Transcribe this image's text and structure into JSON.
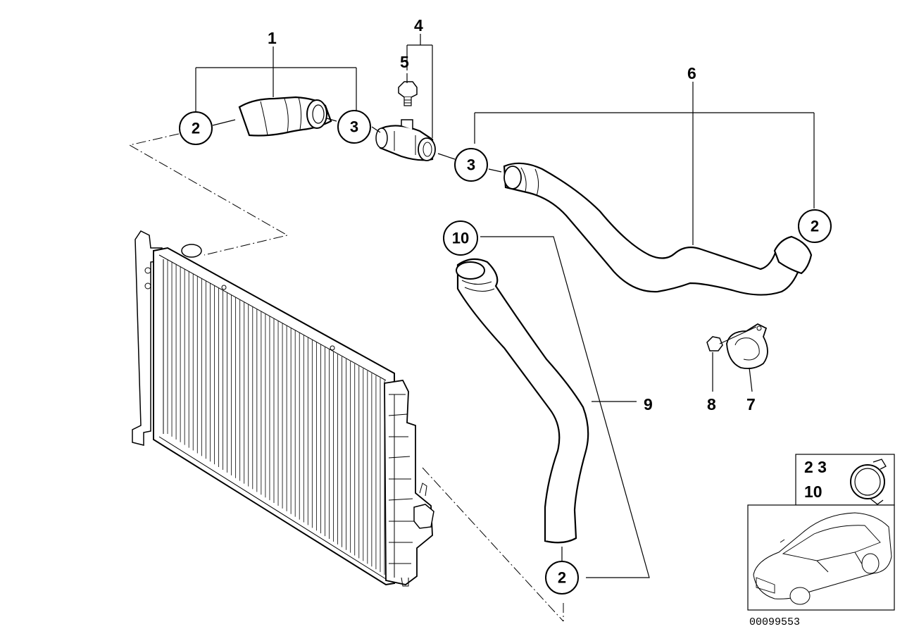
{
  "diagram": {
    "ref_number": "00099553",
    "part_labels": {
      "p1": "1",
      "p4": "4",
      "p5": "5",
      "p6": "6",
      "p7": "7",
      "p8": "8",
      "p9": "9"
    },
    "callouts": {
      "c2a": "2",
      "c3a": "3",
      "c3b": "3",
      "c2b": "2",
      "c10": "10",
      "c2c": "2"
    },
    "inset": {
      "line1": "2  3",
      "line2": "10"
    }
  }
}
